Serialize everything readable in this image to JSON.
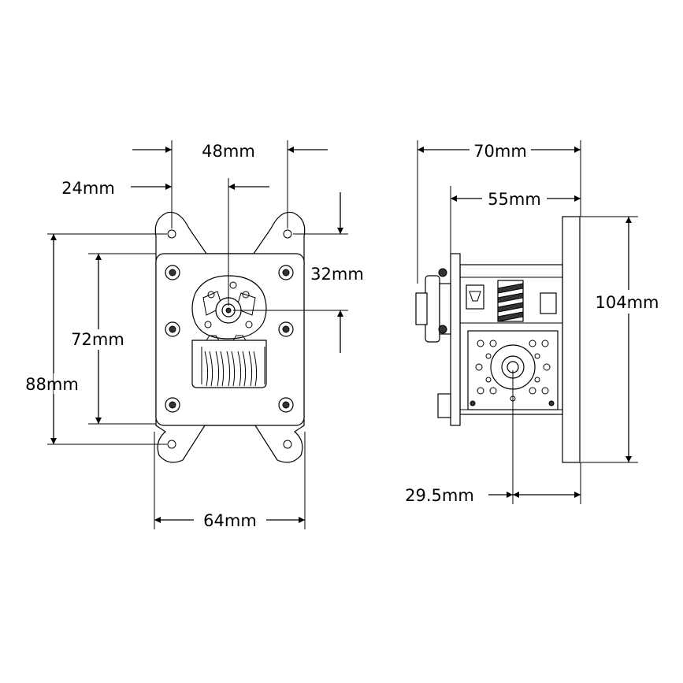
{
  "dimensions": {
    "front_top_left": "24mm",
    "front_top_width": "48mm",
    "front_right_height": "32mm",
    "front_inner_height": "72mm",
    "front_overall_height": "88mm",
    "front_bottom_width": "64mm",
    "side_overall_depth": "70mm",
    "side_gearbox_depth": "55mm",
    "side_plate_height": "104mm",
    "side_shaft_offset": "29.5mm"
  }
}
